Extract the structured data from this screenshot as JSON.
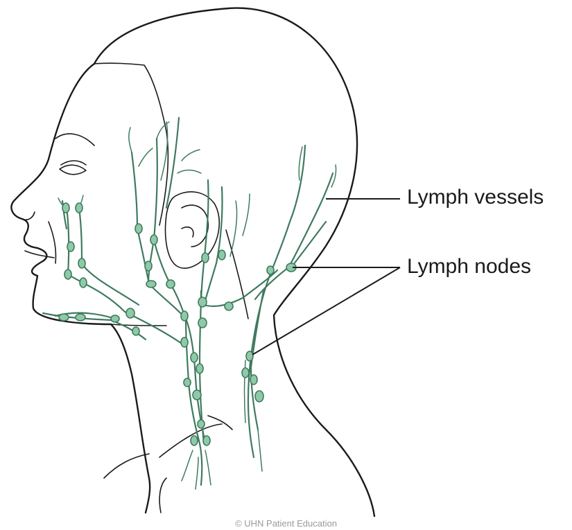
{
  "diagram": {
    "labels": {
      "lymph_vessels": "Lymph vessels",
      "lymph_nodes": "Lymph nodes"
    },
    "credit": "© UHN Patient Education",
    "colors": {
      "outline": "#1a1a1a",
      "vessel": "#3f7a5f",
      "node_fill": "#8fc9a8",
      "node_stroke": "#3f7a5f"
    }
  }
}
